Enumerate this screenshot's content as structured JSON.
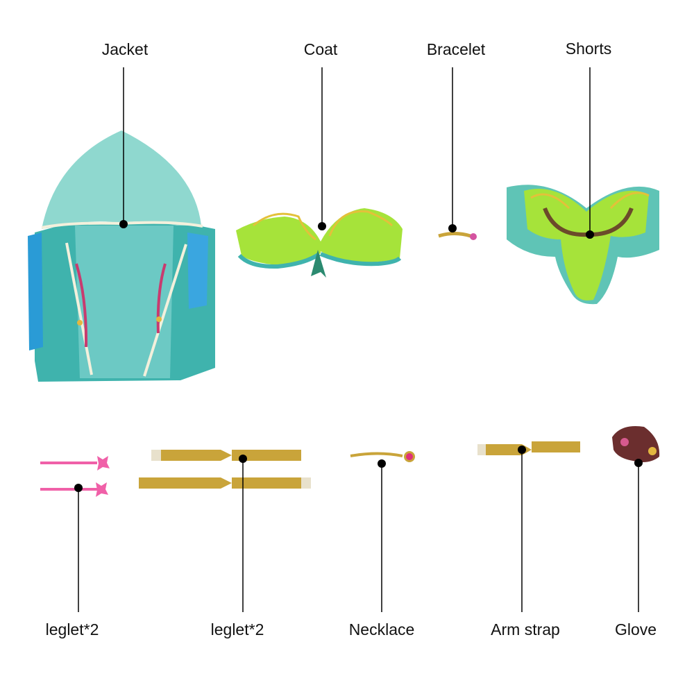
{
  "labels": {
    "jacket": "Jacket",
    "coat": "Coat",
    "bracelet": "Bracelet",
    "shorts": "Shorts",
    "leglet_pink": "leglet*2",
    "leglet_gold": "leglet*2",
    "necklace": "Necklace",
    "arm_strap": "Arm strap",
    "glove": "Glove"
  },
  "colors": {
    "teal": "#3fb3ad",
    "teal_light": "#8fd8cf",
    "lime": "#a6e33a",
    "yellow_green": "#d9f25a",
    "gold": "#c9a43a",
    "pink": "#f060a8",
    "maroon": "#6b2e2e"
  }
}
